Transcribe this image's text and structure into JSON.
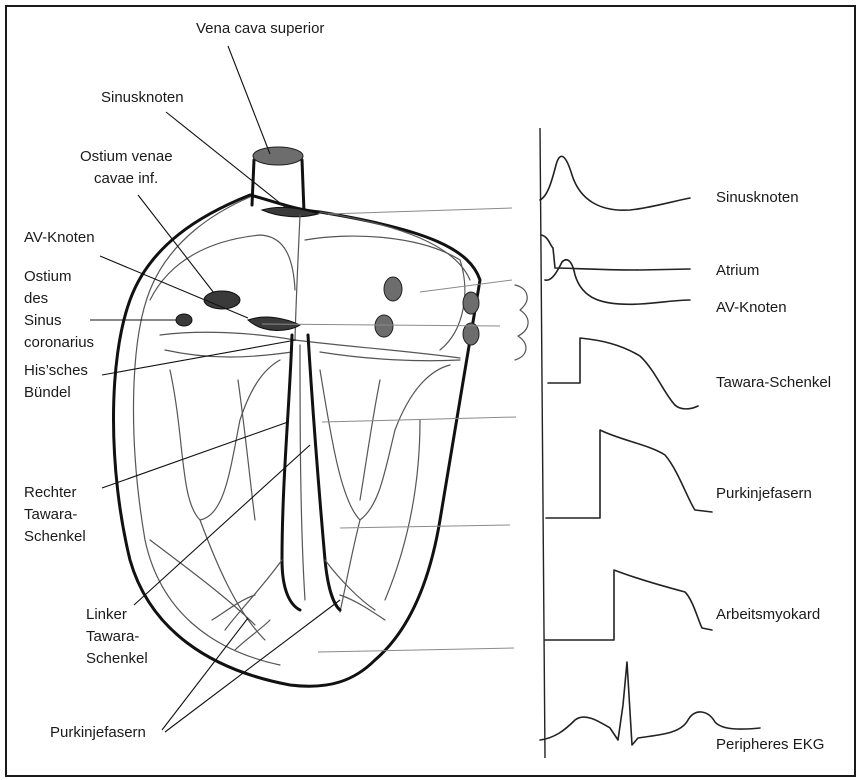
{
  "labels": {
    "vena_cava_superior": "Vena cava superior",
    "sinusknoten_left": "Sinusknoten",
    "ostium_venae_l1": "Ostium venae",
    "ostium_venae_l2": "cavae inf.",
    "av_knoten_left": "AV-Knoten",
    "ostium_sinus_l1": "Ostium",
    "ostium_sinus_l2": "des",
    "ostium_sinus_l3": "Sinus",
    "ostium_sinus_l4": "coronarius",
    "his_l1": "His’sches",
    "his_l2": "Bündel",
    "rechter_l1": "Rechter",
    "rechter_l2": "Tawara-",
    "rechter_l3": "Schenkel",
    "linker_l1": "Linker",
    "linker_l2": "Tawara-",
    "linker_l3": "Schenkel",
    "purkinje_left": "Purkinjefasern"
  },
  "traces": {
    "sinusknoten": "Sinusknoten",
    "atrium": "Atrium",
    "av_knoten": "AV-Knoten",
    "tawara": "Tawara-Schenkel",
    "purkinje": "Purkinjefasern",
    "arbeitsmyokard": "Arbeitsmyokard",
    "ekg": "Peripheres EKG"
  }
}
